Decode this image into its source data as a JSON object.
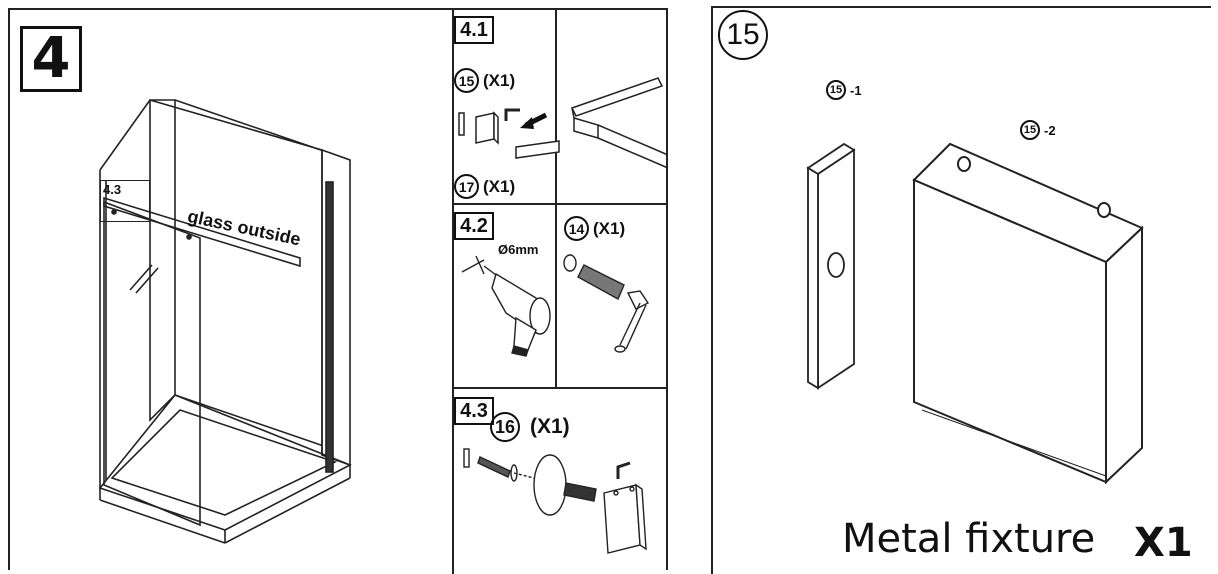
{
  "left": {
    "step_number": "4",
    "callout_label": "4.3",
    "glass_label": "glass outside",
    "sub41": {
      "label": "4.1",
      "part_top": "15",
      "qty_top": "(X1)",
      "part_bottom": "17",
      "qty_bottom": "(X1)"
    },
    "sub42": {
      "label": "4.2",
      "drill_size": "Ø6mm",
      "part": "14",
      "qty": "(X1)"
    },
    "sub43": {
      "label": "4.3",
      "part": "16",
      "qty": "(X1)"
    }
  },
  "right": {
    "part_number": "15",
    "sub1_num": "15",
    "sub1_suffix": "-1",
    "sub2_num": "15",
    "sub2_suffix": "-2",
    "caption": "Metal fixture",
    "quantity": "X1"
  }
}
